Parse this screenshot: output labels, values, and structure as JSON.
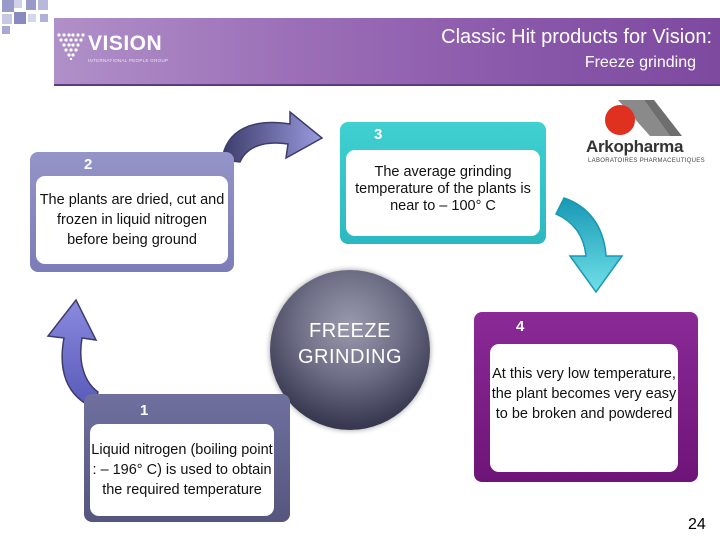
{
  "banner": {
    "title": "Classic Hit products for Vision:",
    "subtitle": "Freeze grinding",
    "logo_word": "VISION",
    "logo_tagline": "INTERNATIONAL PEOPLE GROUP"
  },
  "partner_logo": {
    "word": "Arkopharma",
    "tagline": "LABORATOIRES PHARMACEUTIQUES"
  },
  "center": {
    "line1": "FREEZE",
    "line2": "GRINDING"
  },
  "steps": [
    {
      "number": "1",
      "text": "Liquid nitrogen (boiling point : – 196° C) is used to obtain the required temperature"
    },
    {
      "number": "2",
      "text": "The plants are dried, cut and frozen in liquid nitrogen before being ground"
    },
    {
      "number": "3",
      "text": "The average grinding temperature of the plants is near to – 100° C"
    },
    {
      "number": "4",
      "text": "At this very low temperature, the plant becomes very easy to be broken and powdered"
    }
  ],
  "page_number": "24",
  "colors": {
    "banner": "#8a58aa",
    "step1": "#6a6a9a",
    "step2": "#8c8cc2",
    "step3": "#3cc8c8",
    "step4": "#7e1e8a",
    "arrow_blue": "#6868c8",
    "arrow_cyan": "#28b4c8",
    "arko_red": "#e03020"
  }
}
